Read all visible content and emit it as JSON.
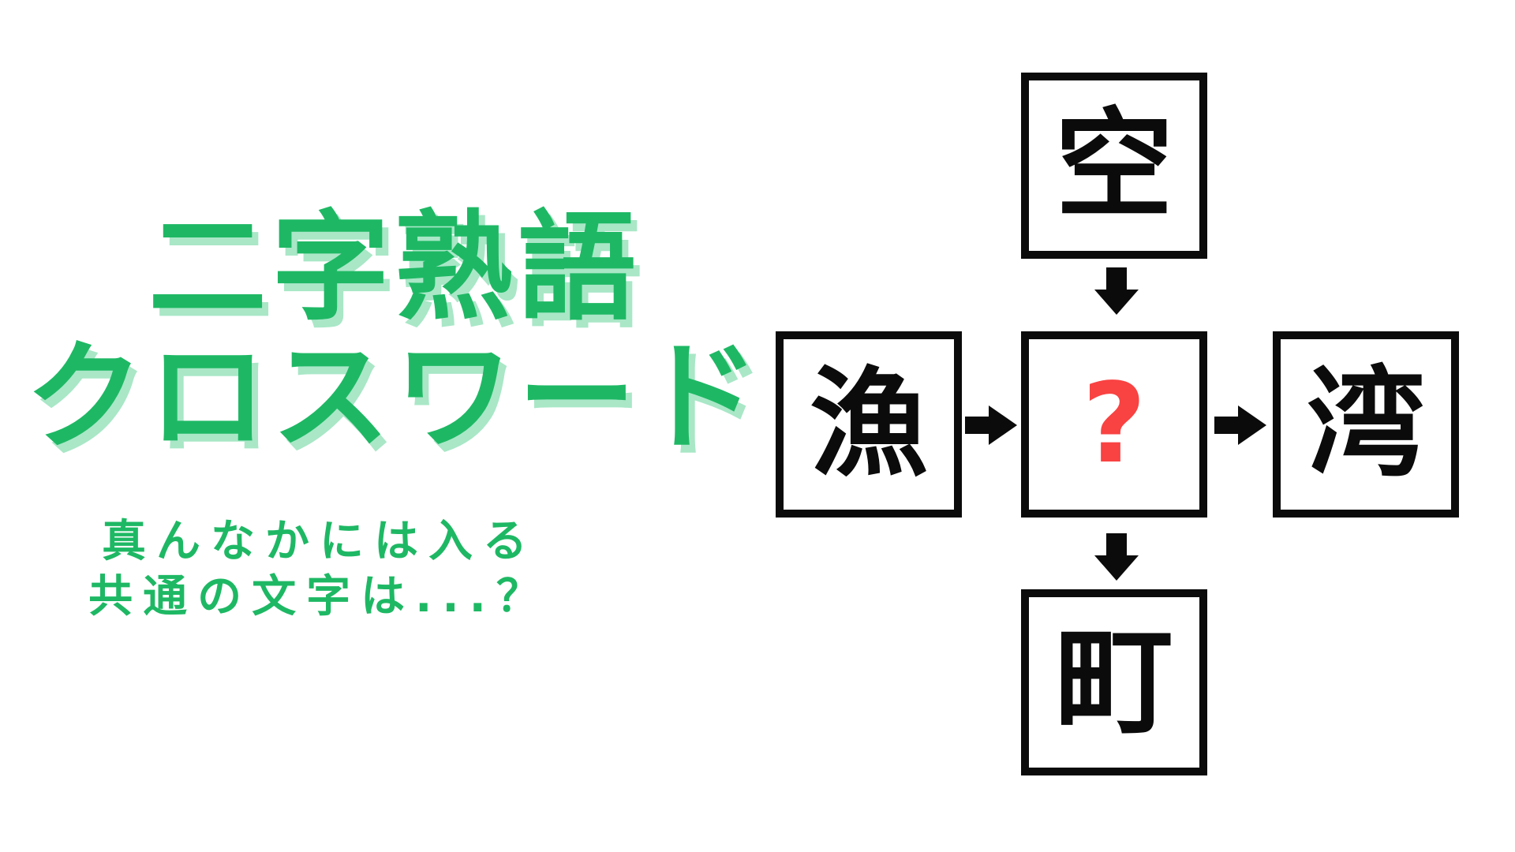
{
  "title": {
    "line1": "二字熟語",
    "line2": "クロスワード"
  },
  "subtitle": {
    "line1": "真んなかには入る",
    "line2": "共通の文字は...？"
  },
  "puzzle": {
    "cells": {
      "top": "空",
      "left": "漁",
      "center": "?",
      "right": "湾",
      "bottom": "町"
    },
    "arrows": [
      {
        "from": "top",
        "to": "center",
        "direction": "down"
      },
      {
        "from": "left",
        "to": "center",
        "direction": "right"
      },
      {
        "from": "center",
        "to": "right",
        "direction": "right"
      },
      {
        "from": "center",
        "to": "bottom",
        "direction": "down"
      }
    ]
  },
  "colors": {
    "title_green": "#1eb864",
    "title_shadow": "#a9e7c7",
    "question_red": "#f94242",
    "box_border": "#0b0b0b",
    "background": "#ffffff"
  }
}
